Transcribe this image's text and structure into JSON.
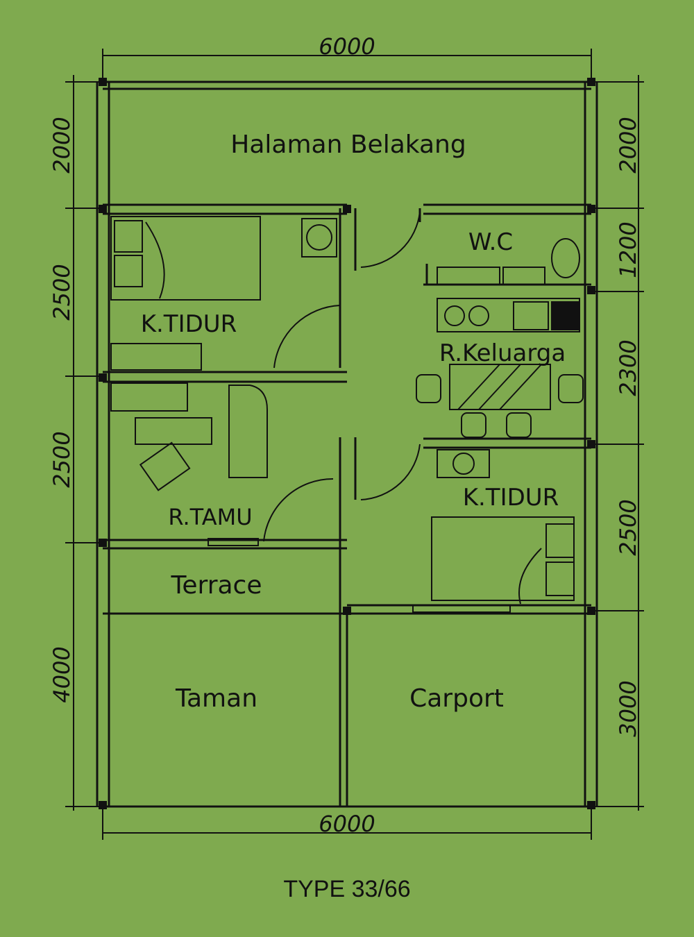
{
  "plan": {
    "title": "TYPE 33/66",
    "dimensions": {
      "top": "6000",
      "bottom": "6000",
      "left": [
        "2000",
        "2500",
        "2500",
        "4000"
      ],
      "right": [
        "2000",
        "1200",
        "2300",
        "2500",
        "3000"
      ]
    },
    "rooms": {
      "backyard": "Halaman Belakang",
      "bedroom_1": "K.TIDUR",
      "wc": "W.C",
      "family_room": "R.Keluarga",
      "living_room": "R.TAMU",
      "bedroom_2": "K.TIDUR",
      "terrace": "Terrace",
      "garden": "Taman",
      "carport": "Carport"
    }
  }
}
